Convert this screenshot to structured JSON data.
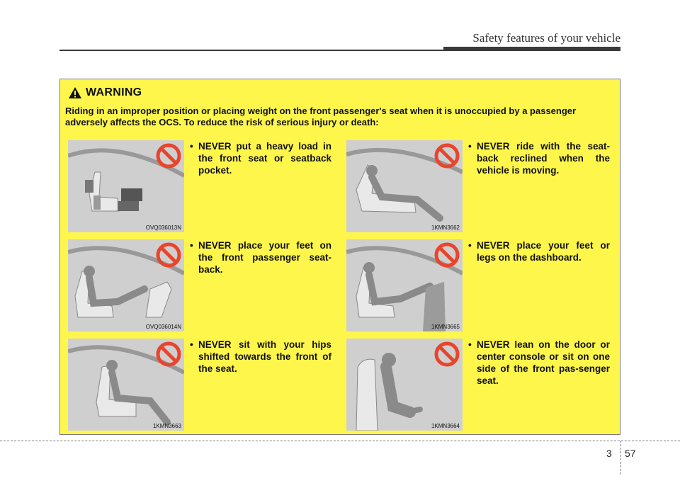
{
  "header": {
    "title": "Safety features of your vehicle"
  },
  "warning": {
    "title": "WARNING",
    "body": "Riding in an improper position or placing weight on the front passenger's seat when it is unoccupied by a passenger adversely affects the OCS. To reduce the risk of serious injury or death:"
  },
  "items": [
    {
      "text": "NEVER put a heavy load in the front seat or seatback pocket.",
      "code": "OVQ036013N",
      "icon": "prohibition-icon"
    },
    {
      "text": "NEVER ride with the seat-back reclined when the vehicle is moving.",
      "code": "1KMN3662",
      "icon": "prohibition-icon"
    },
    {
      "text": "NEVER place your feet on the front passenger seat-back.",
      "code": "OVQ036014N",
      "icon": "prohibition-icon"
    },
    {
      "text": "NEVER place your feet or legs on the dashboard.",
      "code": "1KMN3665",
      "icon": "prohibition-icon"
    },
    {
      "text": "NEVER sit with your hips shifted towards the front of the seat.",
      "code": "1KMN3663",
      "icon": "prohibition-icon"
    },
    {
      "text": "NEVER lean on the door or center console or sit on one side of the front pas-senger seat.",
      "code": "1KMN3664",
      "icon": "prohibition-icon"
    }
  ],
  "footer": {
    "chapter": "3",
    "page": "57"
  },
  "colors": {
    "panel": "#fff64b",
    "prohibition": "#e8452c",
    "figure_bg": "#cfcfcf"
  }
}
